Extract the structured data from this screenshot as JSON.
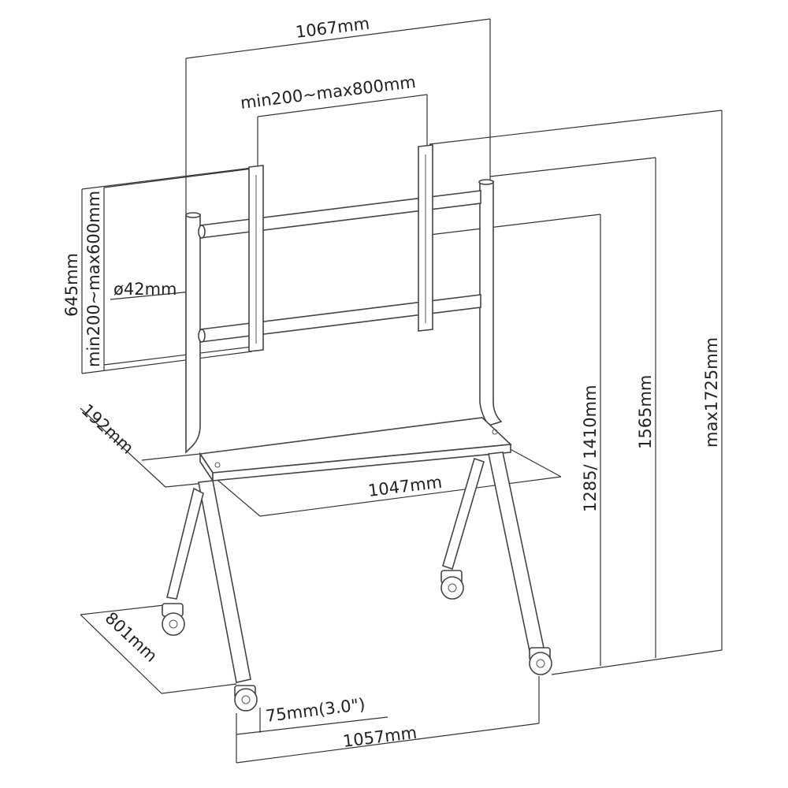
{
  "diagram": {
    "subject": "mobile TV stand with VESA mounting brackets, shelf and casters",
    "dimensions": {
      "overall_width": "1067mm",
      "vesa_width": "min200~max800mm",
      "vesa_height": "min200~max600mm",
      "bracket_height": "645mm",
      "tube_diameter": "ø42mm",
      "shelf_depth": "192mm",
      "shelf_width": "1047mm",
      "mount_height": "1285/ 1410mm",
      "upper_height": "1565mm",
      "max_height": "max1725mm",
      "base_depth": "801mm",
      "caster_size": "75mm(3.0\")",
      "base_width": "1057mm"
    }
  }
}
